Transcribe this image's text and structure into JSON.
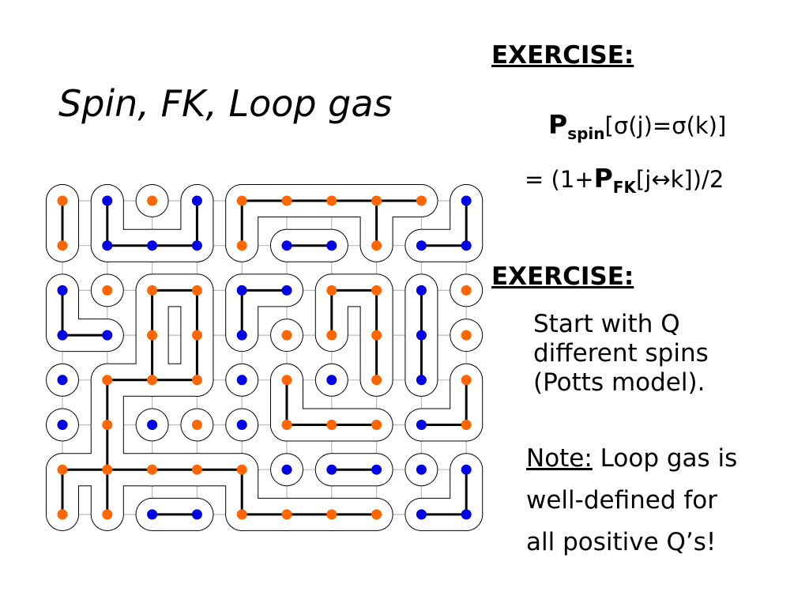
{
  "title": "Spin, FK, Loop gas",
  "exercise1": {
    "heading": "EXERCISE:",
    "line1": {
      "symbol": "P",
      "subscript": "spin",
      "rest": "[σ(j)=σ(k)]"
    },
    "line2": {
      "prefix": "= (1+",
      "symbol": "P",
      "subscript": "FK",
      "rest": "[j↔k])/2"
    }
  },
  "exercise2": {
    "heading": "EXERCISE:",
    "lines": [
      "Start with Q",
      "different spins",
      "(Potts model)."
    ]
  },
  "note": {
    "label": "Note:",
    "first_line_rest": " Loop gas is",
    "lines": [
      "well-defined for",
      "all positive Q’s!"
    ]
  },
  "colors": {
    "orange": "#FF6600",
    "blue": "#0000E6",
    "grid": "#BBBBBB",
    "bond": "#000000",
    "loop": "#000000"
  },
  "lattice_spins": [
    [
      "orange",
      "blue",
      "orange",
      "blue",
      "orange",
      "orange",
      "orange",
      "orange",
      "orange",
      "blue"
    ],
    [
      "orange",
      "blue",
      "blue",
      "blue",
      "orange",
      "blue",
      "blue",
      "orange",
      "blue",
      "blue"
    ],
    [
      "blue",
      "orange",
      "orange",
      "orange",
      "blue",
      "blue",
      "orange",
      "orange",
      "blue",
      "orange"
    ],
    [
      "blue",
      "blue",
      "orange",
      "orange",
      "blue",
      "orange",
      "orange",
      "orange",
      "blue",
      "orange"
    ],
    [
      "blue",
      "orange",
      "orange",
      "orange",
      "blue",
      "orange",
      "blue",
      "orange",
      "blue",
      "orange"
    ],
    [
      "blue",
      "orange",
      "blue",
      "orange",
      "blue",
      "orange",
      "orange",
      "orange",
      "blue",
      "orange"
    ],
    [
      "orange",
      "orange",
      "orange",
      "orange",
      "orange",
      "blue",
      "blue",
      "blue",
      "blue",
      "blue"
    ],
    [
      "orange",
      "orange",
      "blue",
      "blue",
      "orange",
      "orange",
      "orange",
      "orange",
      "blue",
      "blue"
    ]
  ],
  "fk_bonds": [
    [
      [
        0,
        0
      ],
      [
        1,
        0
      ]
    ],
    [
      [
        0,
        1
      ],
      [
        1,
        1
      ]
    ],
    [
      [
        1,
        1
      ],
      [
        1,
        2
      ]
    ],
    [
      [
        1,
        2
      ],
      [
        1,
        3
      ]
    ],
    [
      [
        0,
        3
      ],
      [
        1,
        3
      ]
    ],
    [
      [
        0,
        4
      ],
      [
        0,
        5
      ]
    ],
    [
      [
        0,
        5
      ],
      [
        0,
        6
      ]
    ],
    [
      [
        0,
        6
      ],
      [
        0,
        7
      ]
    ],
    [
      [
        0,
        7
      ],
      [
        0,
        8
      ]
    ],
    [
      [
        0,
        4
      ],
      [
        1,
        4
      ]
    ],
    [
      [
        1,
        5
      ],
      [
        1,
        6
      ]
    ],
    [
      [
        0,
        7
      ],
      [
        1,
        7
      ]
    ],
    [
      [
        1,
        8
      ],
      [
        1,
        9
      ]
    ],
    [
      [
        0,
        9
      ],
      [
        1,
        9
      ]
    ],
    [
      [
        2,
        0
      ],
      [
        3,
        0
      ]
    ],
    [
      [
        3,
        0
      ],
      [
        3,
        1
      ]
    ],
    [
      [
        2,
        2
      ],
      [
        2,
        3
      ]
    ],
    [
      [
        2,
        2
      ],
      [
        3,
        2
      ]
    ],
    [
      [
        2,
        3
      ],
      [
        3,
        3
      ]
    ],
    [
      [
        2,
        4
      ],
      [
        2,
        5
      ]
    ],
    [
      [
        2,
        4
      ],
      [
        3,
        4
      ]
    ],
    [
      [
        2,
        6
      ],
      [
        2,
        7
      ]
    ],
    [
      [
        2,
        6
      ],
      [
        3,
        6
      ]
    ],
    [
      [
        2,
        7
      ],
      [
        3,
        7
      ]
    ],
    [
      [
        2,
        8
      ],
      [
        3,
        8
      ]
    ],
    [
      [
        3,
        8
      ],
      [
        4,
        8
      ]
    ],
    [
      [
        3,
        2
      ],
      [
        4,
        2
      ]
    ],
    [
      [
        3,
        3
      ],
      [
        4,
        3
      ]
    ],
    [
      [
        3,
        7
      ],
      [
        4,
        7
      ]
    ],
    [
      [
        4,
        1
      ],
      [
        4,
        2
      ]
    ],
    [
      [
        4,
        2
      ],
      [
        4,
        3
      ]
    ],
    [
      [
        4,
        1
      ],
      [
        5,
        1
      ]
    ],
    [
      [
        4,
        5
      ],
      [
        5,
        5
      ]
    ],
    [
      [
        5,
        5
      ],
      [
        5,
        6
      ]
    ],
    [
      [
        5,
        6
      ],
      [
        5,
        7
      ]
    ],
    [
      [
        5,
        9
      ],
      [
        4,
        9
      ]
    ],
    [
      [
        5,
        8
      ],
      [
        5,
        9
      ]
    ],
    [
      [
        5,
        1
      ],
      [
        6,
        1
      ]
    ],
    [
      [
        6,
        0
      ],
      [
        6,
        1
      ]
    ],
    [
      [
        6,
        1
      ],
      [
        6,
        2
      ]
    ],
    [
      [
        6,
        2
      ],
      [
        6,
        3
      ]
    ],
    [
      [
        6,
        3
      ],
      [
        6,
        4
      ]
    ],
    [
      [
        6,
        0
      ],
      [
        7,
        0
      ]
    ],
    [
      [
        6,
        1
      ],
      [
        7,
        1
      ]
    ],
    [
      [
        6,
        4
      ],
      [
        7,
        4
      ]
    ],
    [
      [
        7,
        4
      ],
      [
        7,
        5
      ]
    ],
    [
      [
        7,
        5
      ],
      [
        7,
        6
      ]
    ],
    [
      [
        7,
        6
      ],
      [
        7,
        7
      ]
    ],
    [
      [
        6,
        6
      ],
      [
        6,
        7
      ]
    ],
    [
      [
        6,
        9
      ],
      [
        7,
        9
      ]
    ],
    [
      [
        7,
        8
      ],
      [
        7,
        9
      ]
    ],
    [
      [
        7,
        2
      ],
      [
        7,
        3
      ]
    ]
  ]
}
